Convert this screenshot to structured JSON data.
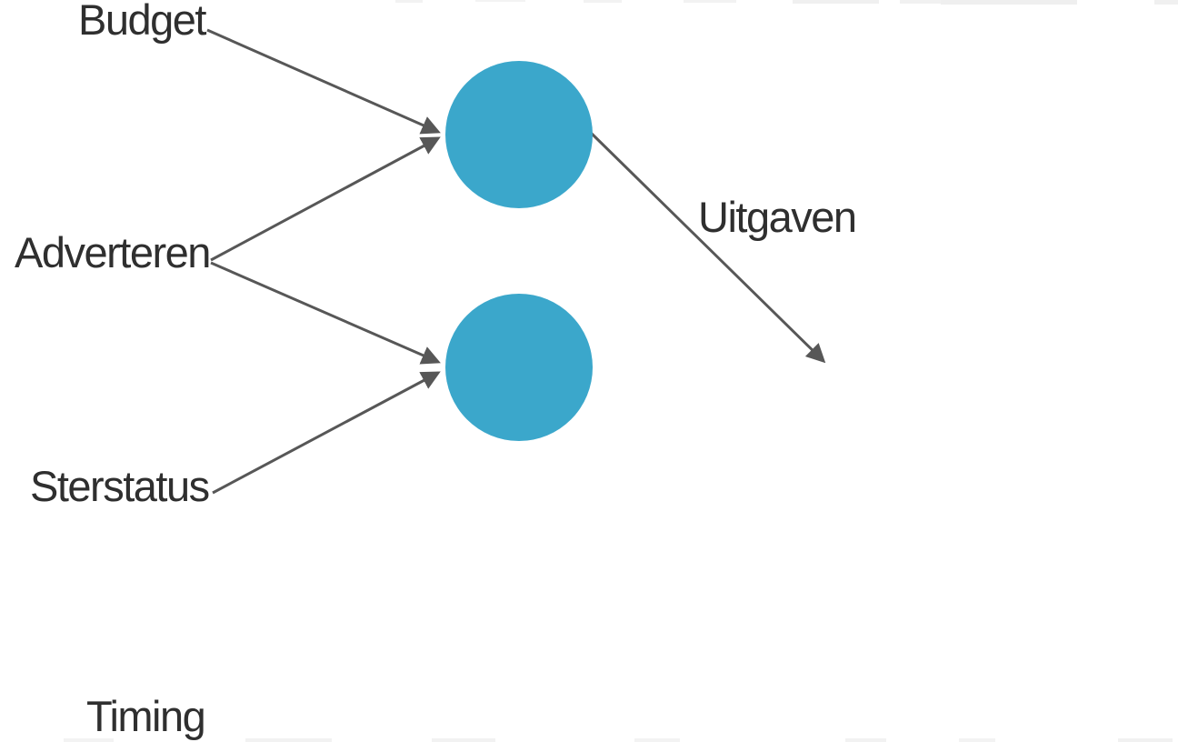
{
  "diagram": {
    "type": "path-model",
    "background": "#ffffff",
    "colors": {
      "node_fill": "#3BA7CB",
      "edge": "#575757",
      "text": "#2F2F2F",
      "crop_artifact": "#F1F1F1"
    },
    "labels": {
      "budget": "Budget",
      "adverteren": "Adverteren",
      "sterstatus": "Sterstatus",
      "timing": "Timing",
      "uitgaven": "Uitgaven"
    },
    "nodes": [
      {
        "id": "latent-node-1",
        "shape": "circle",
        "label": ""
      },
      {
        "id": "latent-node-2",
        "shape": "circle",
        "label": ""
      }
    ],
    "edges": [
      {
        "from": "Budget",
        "to": "latent-node-1"
      },
      {
        "from": "Adverteren",
        "to": "latent-node-1"
      },
      {
        "from": "Adverteren",
        "to": "latent-node-2"
      },
      {
        "from": "Sterstatus",
        "to": "latent-node-2"
      },
      {
        "from": "latent-node-1",
        "to": "Uitgaven"
      }
    ]
  }
}
